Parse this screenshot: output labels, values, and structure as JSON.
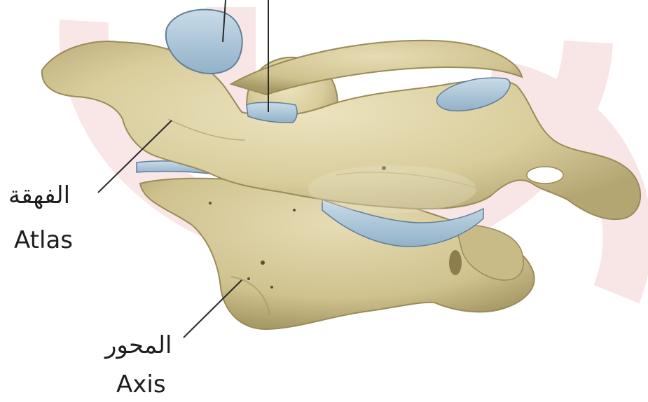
{
  "labels": {
    "atlas_arabic": "الفهقة",
    "atlas_english": "Atlas",
    "axis_arabic": "المحور",
    "axis_english": "Axis"
  },
  "colors": {
    "background": "#ffffff",
    "watermark": "#f8e3e3",
    "bone": "#d9cd9c",
    "bone_light": "#e7ddb3",
    "bone_shadow": "#a79865",
    "cartilage": "#a9c4d8",
    "cartilage_edge": "#5f7f97",
    "leader_line": "#2a2a2a",
    "text": "#1e1e1e"
  }
}
